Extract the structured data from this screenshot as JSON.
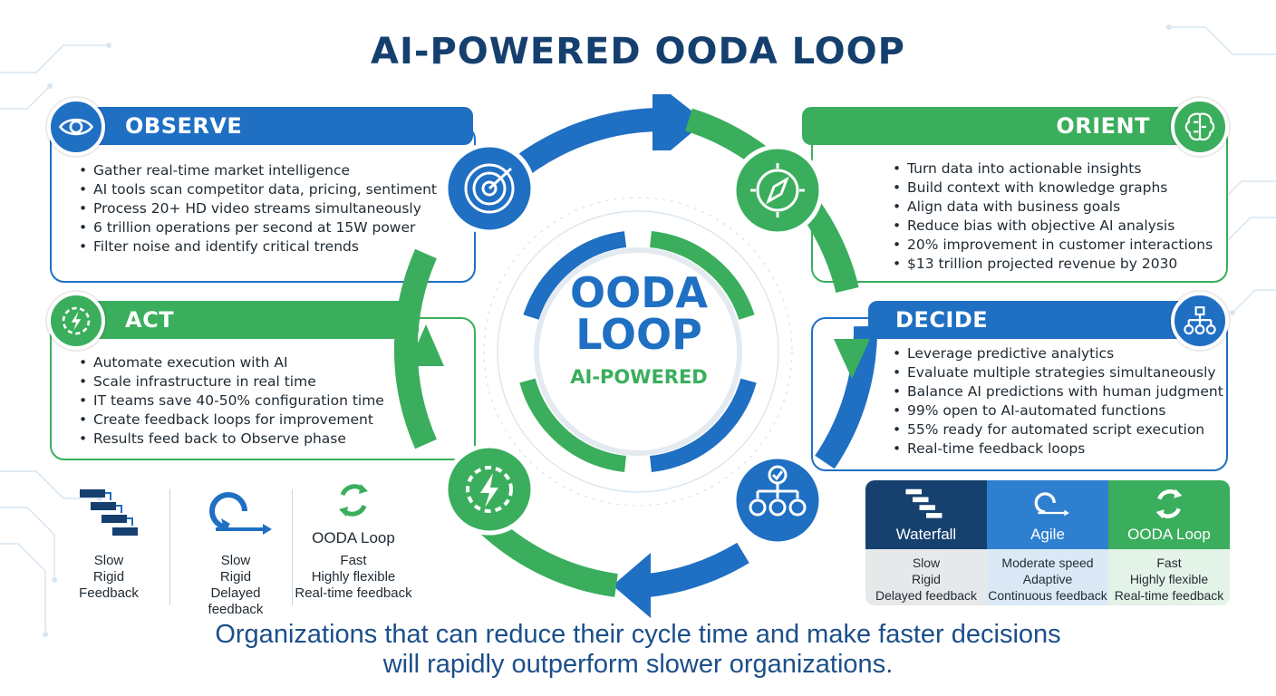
{
  "title": "AI-POWERED OODA LOOP",
  "center": {
    "line1": "OODA",
    "line2": "LOOP",
    "subtitle": "AI-POWERED"
  },
  "observe": {
    "title": "OBSERVE",
    "items": [
      "Gather real-time market intelligence",
      "AI tools scan competitor data, pricing, sentiment",
      "Process 20+ HD video streams simultaneously",
      "6 trillion operations per second at 15W power",
      "Filter noise and identify critical trends"
    ]
  },
  "orient": {
    "title": "ORIENT",
    "items": [
      "Turn data into actionable insights",
      "Build context with knowledge graphs",
      "Align data with business goals",
      "Reduce bias with objective AI analysis",
      "20% improvement in customer interactions",
      "$13 trillion projected revenue by 2030"
    ]
  },
  "act": {
    "title": "ACT",
    "items": [
      "Automate execution with AI",
      "Scale infrastructure in real time",
      "IT teams save 40-50% configuration time",
      "Create feedback loops for improvement",
      "Results feed back to Observe phase"
    ]
  },
  "decide": {
    "title": "DECIDE",
    "items": [
      "Leverage predictive analytics",
      "Evaluate multiple strategies simultaneously",
      "Balance AI predictions with human judgment",
      "99% open to AI-automated functions",
      "55% ready for automated script execution",
      "Real-time feedback loops"
    ]
  },
  "comparison_left": [
    {
      "heading": "",
      "lines": [
        "Slow",
        "Rigid",
        "Feedback"
      ],
      "icon": "waterfall-icon"
    },
    {
      "heading": "",
      "lines": [
        "Slow",
        "Rigid",
        "Delayed feedback"
      ],
      "icon": "agile-loop-icon"
    },
    {
      "heading": "OODA Loop",
      "lines": [
        "Fast",
        "Highly flexible",
        "Real-time feedback"
      ],
      "icon": "ooda-cycle-icon"
    }
  ],
  "comparison_right": [
    {
      "heading": "Waterfall",
      "lines": [
        "Slow",
        "Rigid",
        "Delayed feedback"
      ],
      "icon": "waterfall-icon"
    },
    {
      "heading": "Agile",
      "lines": [
        "Moderate speed",
        "Adaptive",
        "Continuous feedback"
      ],
      "icon": "agile-loop-icon"
    },
    {
      "heading": "OODA Loop",
      "lines": [
        "Fast",
        "Highly flexible",
        "Real-time feedback"
      ],
      "icon": "ooda-cycle-icon"
    }
  ],
  "footer": {
    "line1": "Organizations that can reduce their cycle time and make faster decisions",
    "line2": "will rapidly outperform slower organizations."
  },
  "colors": {
    "blue": "#1f6fc3",
    "green": "#3aae5c",
    "navy": "#153f6e",
    "dark_navy": "#16416f"
  }
}
